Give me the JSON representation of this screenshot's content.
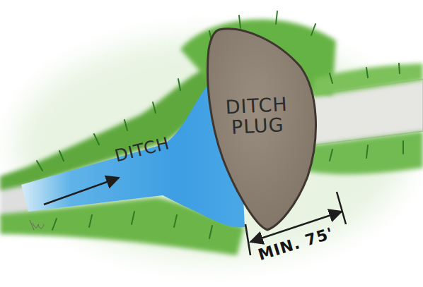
{
  "diagram": {
    "nodes": [
      {
        "text": [
          "DITCH"
        ]
      },
      {
        "text": [
          "DITCH PLUG"
        ]
      }
    ],
    "labels": [
      "MIN. 75'"
    ]
  }
}
